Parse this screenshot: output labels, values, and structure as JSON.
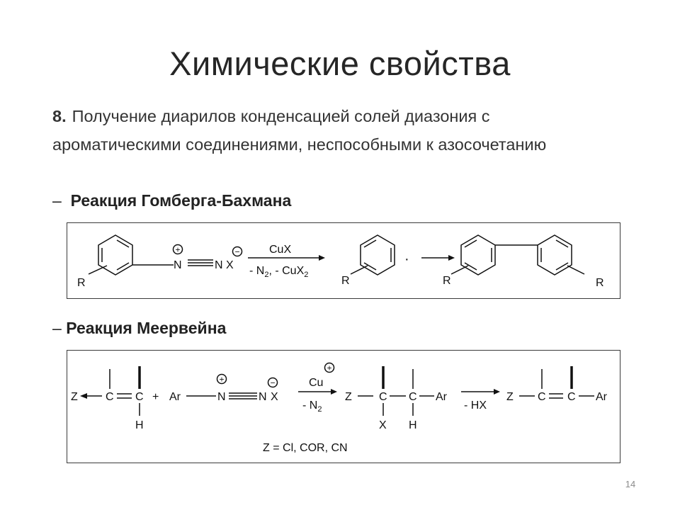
{
  "slide": {
    "title": "Химические свойства",
    "point_number": "8.",
    "point_text": "Получение диарилов конденсацией солей диазония с ароматическими соединениями, неспособными к азосочетанию",
    "page_number": "14"
  },
  "gomberg": {
    "dash": "–",
    "heading": "Реакция Гомберга-Бахмана",
    "r_label": "R",
    "n_label": "N",
    "x_label": "X",
    "plus_sign": "+",
    "minus_sign": "−",
    "arrow_top_text": "CuX",
    "arrow_bottom_prefix": "- N",
    "arrow_bottom_sub1": "2",
    "arrow_bottom_mid": ", - CuX",
    "arrow_bottom_sub2": "2",
    "radical_dot": "·"
  },
  "meerwein": {
    "dash": "–",
    "heading": "Реакция Меервейна",
    "z_label": "Z",
    "c_label": "C",
    "h_label": "H",
    "x_label": "X",
    "ar_label": "Ar",
    "n_label": "N",
    "plus_sign": "+",
    "charge_plus": "+",
    "charge_minus": "−",
    "cu_label": "Cu",
    "arrow1_bottom_prefix": "- N",
    "arrow1_bottom_sub": "2",
    "arrow2_bottom": "- HX",
    "footnote": "Z = Cl, COR, CN"
  },
  "colors": {
    "ink": "#111111",
    "text": "#333333",
    "border": "#3a3a3a"
  }
}
